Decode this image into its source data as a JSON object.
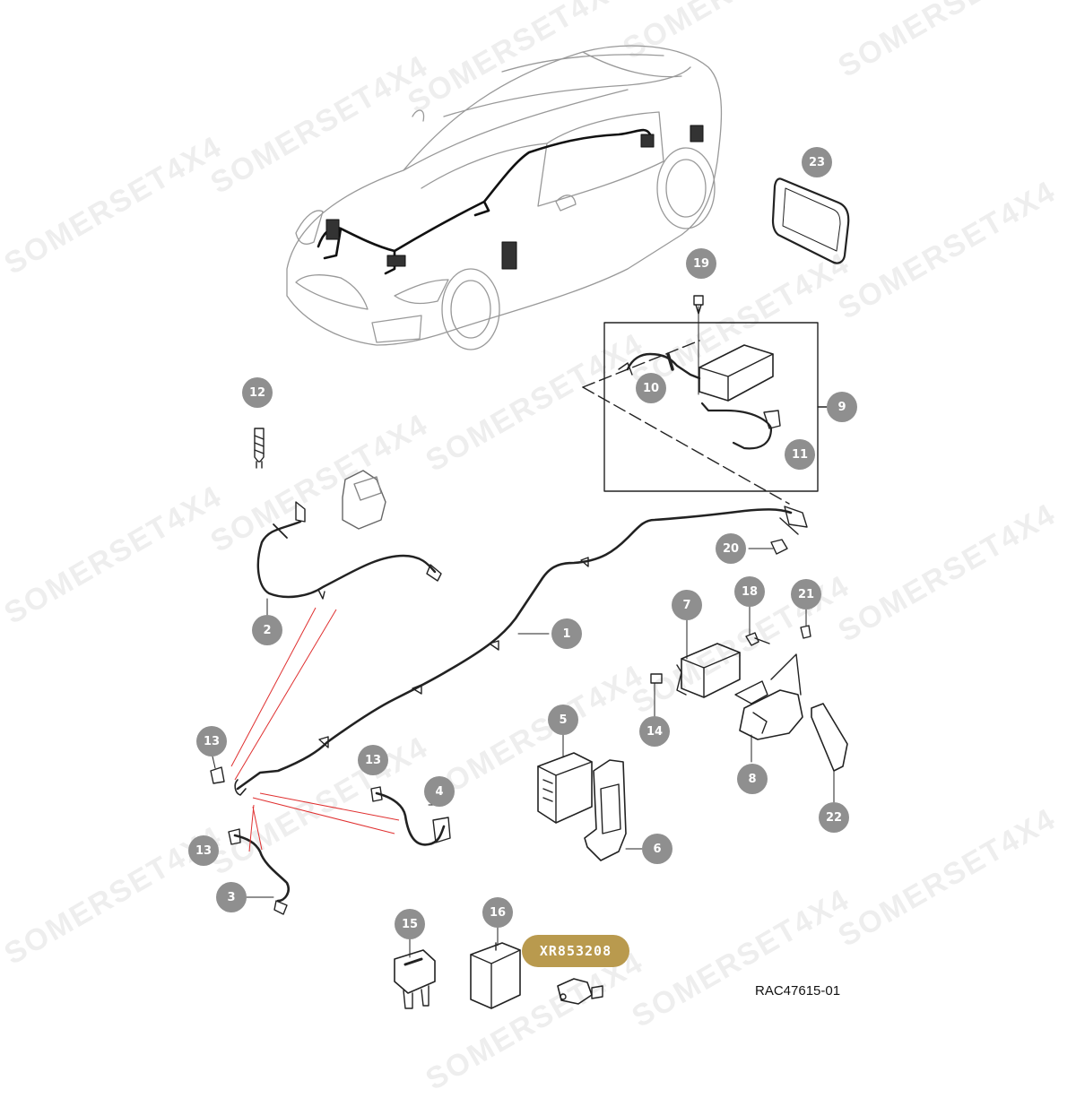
{
  "diagram": {
    "reference_code": "RAC47615-01",
    "part_number_badge": "XR853208",
    "watermark_text": "SOMERSET4X4",
    "colors": {
      "callout_fill": "#8f8f8f",
      "badge_fill": "#b99a4e",
      "line": "#222222",
      "highlight_line": "#e03030"
    },
    "callouts": [
      {
        "id": "c1",
        "label": "1"
      },
      {
        "id": "c2",
        "label": "2"
      },
      {
        "id": "c3",
        "label": "3"
      },
      {
        "id": "c4",
        "label": "4"
      },
      {
        "id": "c5",
        "label": "5"
      },
      {
        "id": "c6",
        "label": "6"
      },
      {
        "id": "c7",
        "label": "7"
      },
      {
        "id": "c8",
        "label": "8"
      },
      {
        "id": "c9",
        "label": "9"
      },
      {
        "id": "c10",
        "label": "10"
      },
      {
        "id": "c11",
        "label": "11"
      },
      {
        "id": "c12",
        "label": "12"
      },
      {
        "id": "c13a",
        "label": "13"
      },
      {
        "id": "c13b",
        "label": "13"
      },
      {
        "id": "c13c",
        "label": "13"
      },
      {
        "id": "c14",
        "label": "14"
      },
      {
        "id": "c15",
        "label": "15"
      },
      {
        "id": "c16",
        "label": "16"
      },
      {
        "id": "c18",
        "label": "18"
      },
      {
        "id": "c19",
        "label": "19"
      },
      {
        "id": "c20",
        "label": "20"
      },
      {
        "id": "c21",
        "label": "21"
      },
      {
        "id": "c22",
        "label": "22"
      },
      {
        "id": "c23",
        "label": "23"
      }
    ]
  }
}
